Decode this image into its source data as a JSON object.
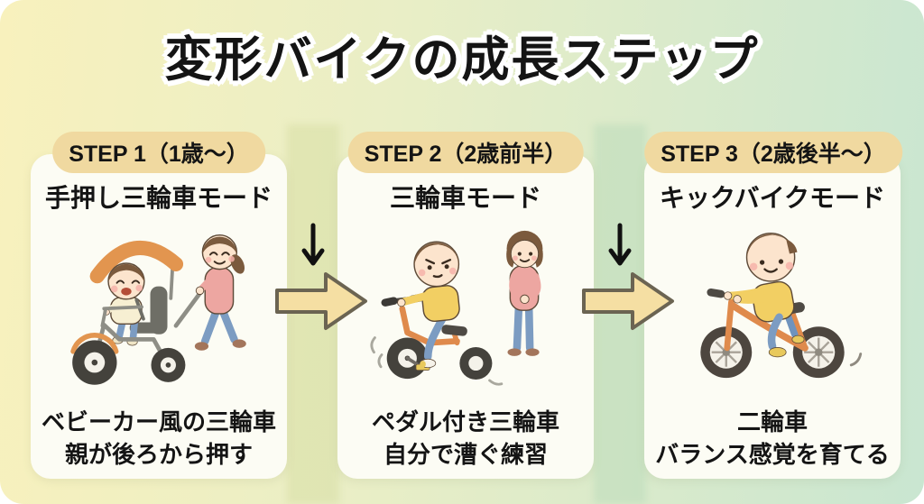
{
  "title": "変形バイクの成長ステップ",
  "steps": [
    {
      "badge": "STEP 1（1歳〜）",
      "mode": "手押し三輪車モード",
      "illustration": "parent-pushing-canopy-tricycle-with-toddler",
      "captions": [
        "ベビーカー風の三輪車",
        "親が後ろから押す"
      ]
    },
    {
      "badge": "STEP 2（2歳前半）",
      "mode": "三輪車モード",
      "illustration": "toddler-pedaling-tricycle-parent-watching",
      "captions": [
        "ペダル付き三輪車",
        "自分で漕ぐ練習"
      ]
    },
    {
      "badge": "STEP 3（2歳後半〜）",
      "mode": "キックバイクモード",
      "illustration": "toddler-riding-kick-bike",
      "captions": [
        "二輪車",
        "バランス感覚を育てる"
      ]
    }
  ],
  "connectors": {
    "down_arrow_icon": "down-arrow-icon",
    "right_arrow_icon": "right-arrow-icon"
  },
  "colors": {
    "bg_left": "#f8f1bd",
    "bg_mid": "#e9eec6",
    "bg_right": "#c9e6d1",
    "panel": "#fcfcf4",
    "badge_bg": "#f0d9a0",
    "arrow_fill": "#f5dfa3",
    "arrow_stroke": "#6b6452",
    "ink": "#141414",
    "trike_orange": "#e2954f",
    "shirt_yellow": "#f2cf63",
    "shirt_pink": "#eda6a1",
    "pants_blue": "#7c9cc2",
    "hair_brown": "#7b5a3d",
    "skin": "#fce4cd"
  }
}
